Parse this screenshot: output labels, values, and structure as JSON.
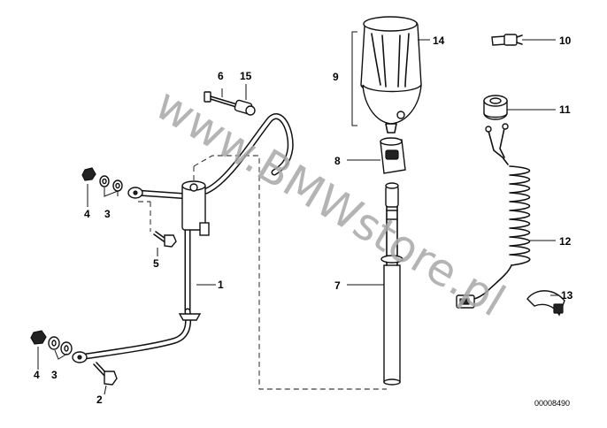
{
  "callouts": {
    "c1": "1",
    "c2": "2",
    "c3a": "3",
    "c3b": "3",
    "c4a": "4",
    "c4b": "4",
    "c5": "5",
    "c6": "6",
    "c7": "7",
    "c8": "8",
    "c9": "9",
    "c10": "10",
    "c11": "11",
    "c12": "12",
    "c13": "13",
    "c14": "14",
    "c15": "15"
  },
  "document_number": "00008490",
  "watermark": "www.BMWstore.pl"
}
